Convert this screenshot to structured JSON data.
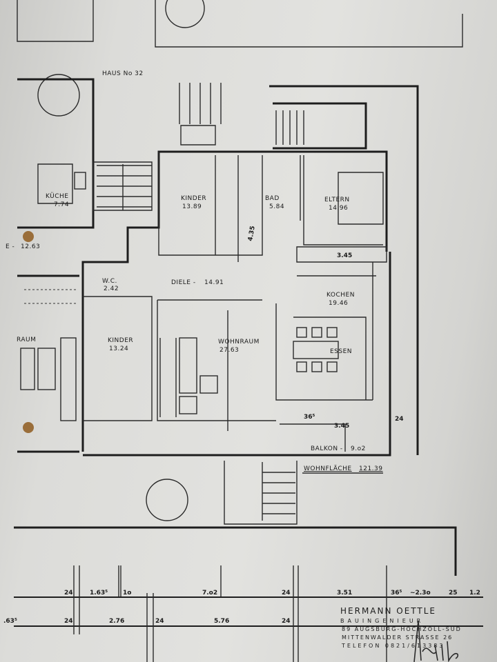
{
  "house_label": "HAUS No 32",
  "rooms": [
    {
      "name": "KÜCHE",
      "area": "7.74"
    },
    {
      "name": "E -",
      "area": "12.63"
    },
    {
      "name": "W.C.",
      "area": "2.42"
    },
    {
      "name": "KINDER",
      "area": "13.89"
    },
    {
      "name": "BAD",
      "area": "5.84"
    },
    {
      "name": "ELTERN",
      "area": "14.96"
    },
    {
      "name": "DIELE -",
      "area": "14.91"
    },
    {
      "name": "KOCHEN",
      "area": "19.46"
    },
    {
      "name": "KINDER",
      "area": "13.24"
    },
    {
      "name": "WOHNRAUM",
      "area": "27.63"
    },
    {
      "name": "ESSEN",
      "area": ""
    },
    {
      "name": "RAUM",
      "area": ""
    },
    {
      "name": "BALKON -",
      "area": "9.o2"
    }
  ],
  "total_area": {
    "label": "WOHNFLÄCHE",
    "value": "121.39"
  },
  "dimensions_row1": [
    "24",
    "1.63⁵",
    "1o",
    "7.o2",
    "24",
    "3.51",
    "36⁵",
    "~2.3o",
    "25",
    "1.2"
  ],
  "dimensions_row2": [
    ".63⁵",
    "24",
    "2.76",
    "24",
    "5.76",
    "24"
  ],
  "inner_dimensions": [
    "3.45",
    "36⁵",
    "24",
    "3.45",
    "4.35"
  ],
  "stamp": {
    "name": "HERMANN OETTLE",
    "title": "BAUINGENIEUR",
    "city": "89 AUGSBURG-HOCHZOLL-SÜD",
    "street": "MITTENWALDER STRASSE 26",
    "phone": "TELEFON 0821/613383",
    "signature": "Oettle"
  }
}
